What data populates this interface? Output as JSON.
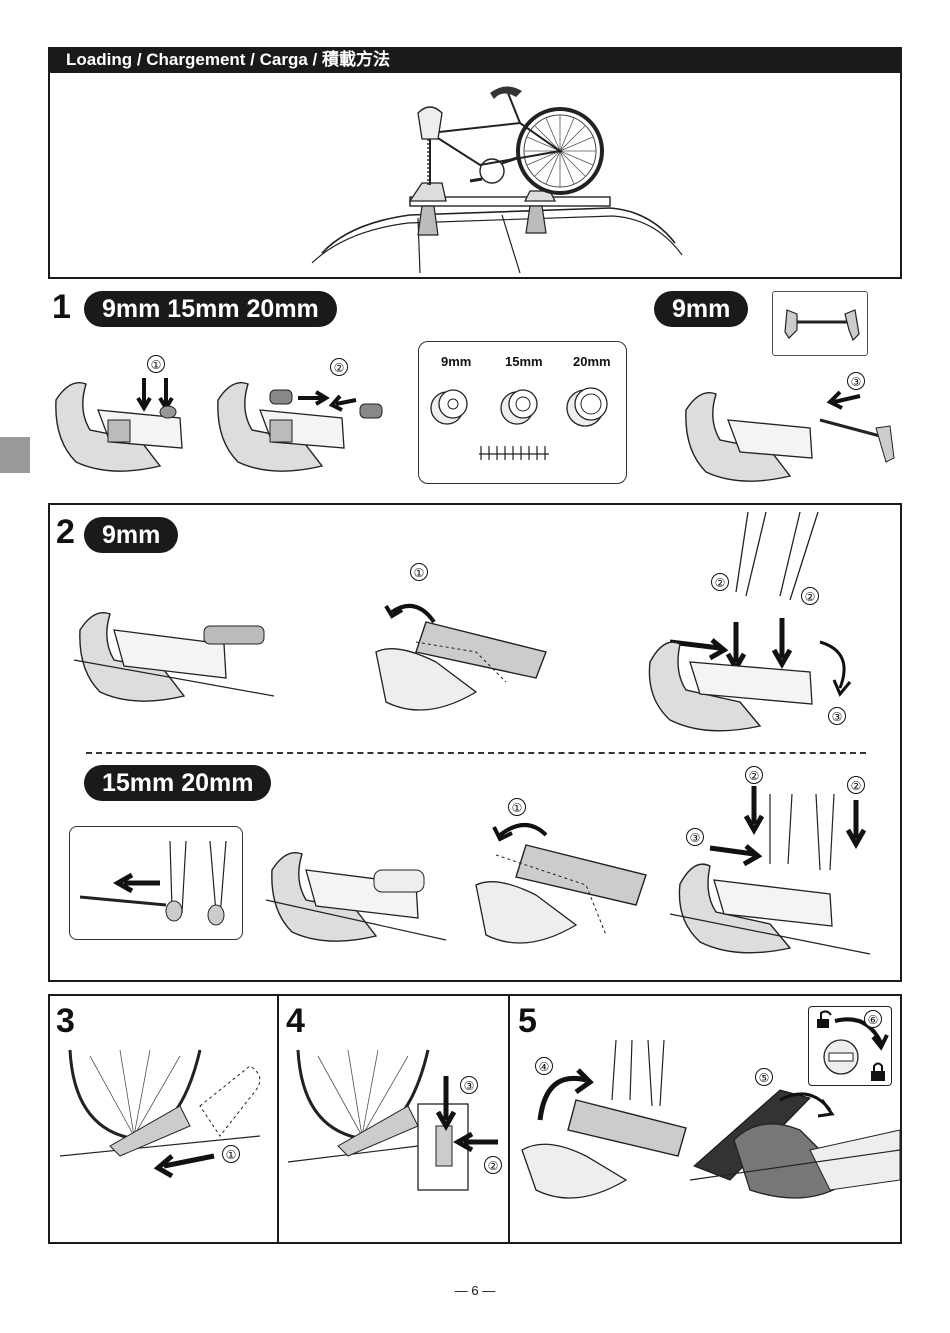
{
  "header": {
    "title": "Loading / Chargement / Carga / 積載方法"
  },
  "step1": {
    "number": "1",
    "pill": "9mm 15mm 20mm",
    "pill_right": "9mm",
    "sizes": [
      "9mm",
      "15mm",
      "20mm"
    ],
    "markers": {
      "a": "①",
      "b": "②",
      "c": "③"
    }
  },
  "step2": {
    "number": "2",
    "pill_9mm": "9mm",
    "pill_15_20": "15mm 20mm",
    "markers_9": {
      "a": "①",
      "b": "②",
      "c": "②",
      "d": "③"
    },
    "markers_15": {
      "a": "①",
      "b": "②",
      "c": "②",
      "d": "③"
    }
  },
  "step3": {
    "number": "3",
    "marker": "①"
  },
  "step4": {
    "number": "4",
    "marker_a": "③",
    "marker_b": "②"
  },
  "step5": {
    "number": "5",
    "marker_a": "④",
    "marker_b": "⑤",
    "marker_c": "⑥"
  },
  "footer": {
    "page": "— 6 —"
  },
  "colors": {
    "dark": "#1a1a1a",
    "tab_gray": "#9a9a9a"
  },
  "icons": [
    "unlock-icon",
    "lock-icon",
    "arrow-icon",
    "bicycle-icon",
    "car-roof-icon"
  ]
}
